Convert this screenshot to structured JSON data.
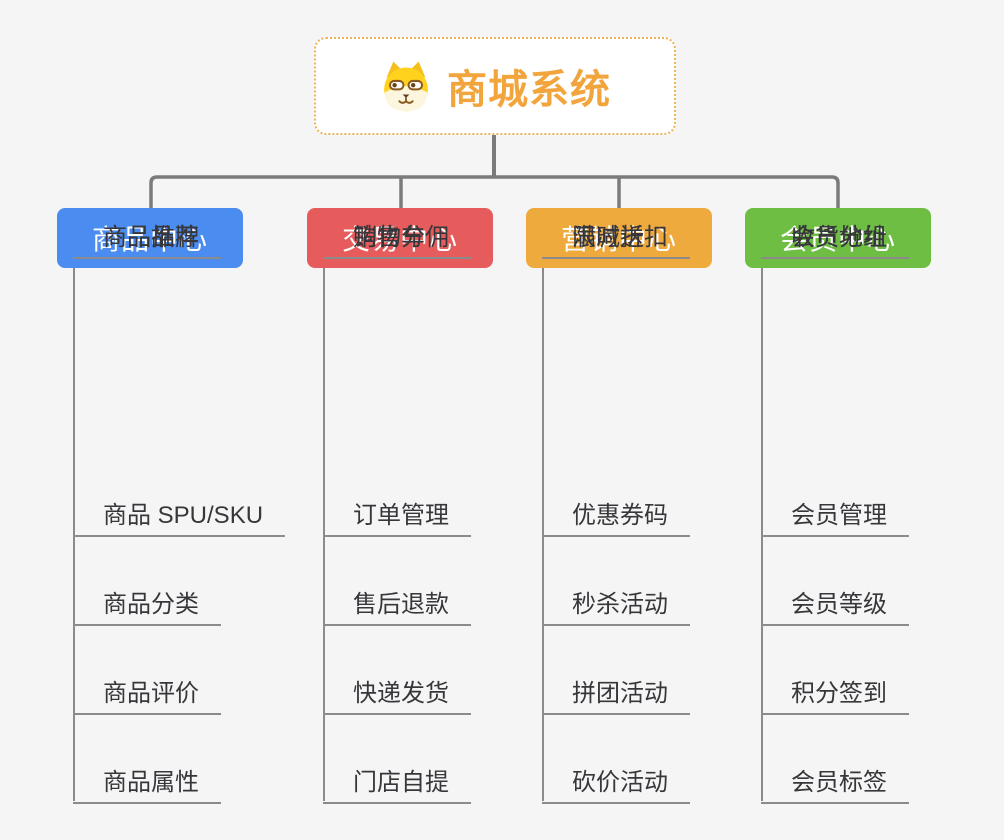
{
  "canvas": {
    "background_color": "#f5f5f5",
    "connector_color": "#7b7b7b",
    "leaf_line_color": "#8b8b8b"
  },
  "root": {
    "title": "商城系统",
    "icon": "shiba-dog-icon",
    "title_color": "#f2a53c",
    "border_color": "#edb357"
  },
  "branches": [
    {
      "label": "商品中心",
      "color": "#4a8cf0",
      "items": [
        "商品 SPU/SKU",
        "商品分类",
        "商品评价",
        "商品属性",
        "商品推荐",
        "商品品牌"
      ]
    },
    {
      "label": "交易中心",
      "color": "#e65b5b",
      "items": [
        "订单管理",
        "售后退款",
        "快递发货",
        "门店自提",
        "购物车",
        "销售分佣"
      ]
    },
    {
      "label": "营销中心",
      "color": "#efaa3e",
      "items": [
        "优惠券码",
        "秒杀活动",
        "拼团活动",
        "砍价活动",
        "限时折扣",
        "满减送"
      ]
    },
    {
      "label": "会员中心",
      "color": "#6fbe44",
      "items": [
        "会员管理",
        "会员等级",
        "积分签到",
        "会员标签",
        "会员分组",
        "收货地址"
      ]
    }
  ]
}
